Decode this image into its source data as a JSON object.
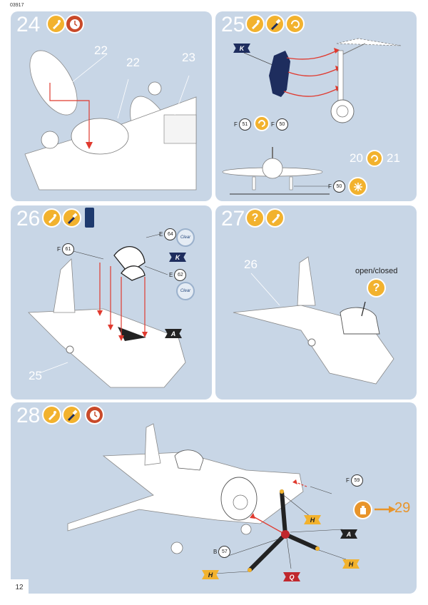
{
  "product_code": "03917",
  "page_number": "12",
  "colors": {
    "panel": "#c8d6e6",
    "arrow": "#e03a2f",
    "paint_navy": "#1e2d5e",
    "paint_black": "#222222",
    "paint_yellow": "#f2b22e",
    "paint_red": "#c0272d",
    "next_step": "#e8942a"
  },
  "steps": [
    {
      "number": "24",
      "icons": [
        "glue-icon",
        "clock-icon"
      ],
      "parts": [
        "22",
        "22",
        "23"
      ]
    },
    {
      "number": "25",
      "icons": [
        "glue-icon",
        "paint-brush-icon",
        "repeat-icon"
      ],
      "paint_flag": "K",
      "labels": [
        {
          "prefix": "F",
          "num": "51"
        },
        {
          "prefix": "F",
          "num": "50"
        },
        {
          "prefix": "F",
          "num": "50"
        }
      ],
      "parts": [
        "20",
        "21"
      ]
    },
    {
      "number": "26",
      "icons": [
        "glue-icon",
        "paint-brush-icon",
        "glue-bottle-icon"
      ],
      "labels": [
        {
          "prefix": "F",
          "num": "61"
        },
        {
          "prefix": "E",
          "num": "64"
        },
        {
          "prefix": "E",
          "num": "62"
        }
      ],
      "clear_badges": [
        "Clear",
        "Clear"
      ],
      "paint_flags": [
        "K",
        "A"
      ],
      "parts": [
        "25"
      ]
    },
    {
      "number": "27",
      "icons": [
        "question-icon",
        "glue-icon"
      ],
      "parts": [
        "26"
      ],
      "option_text": "open/closed"
    },
    {
      "number": "28",
      "icons": [
        "glue-icon",
        "paint-brush-icon",
        "clock-icon"
      ],
      "labels": [
        {
          "prefix": "F",
          "num": "59"
        },
        {
          "prefix": "B",
          "num": "57"
        }
      ],
      "paint_flags": [
        "H",
        "A",
        "H",
        "H",
        "Q"
      ],
      "next_step": "29"
    }
  ]
}
